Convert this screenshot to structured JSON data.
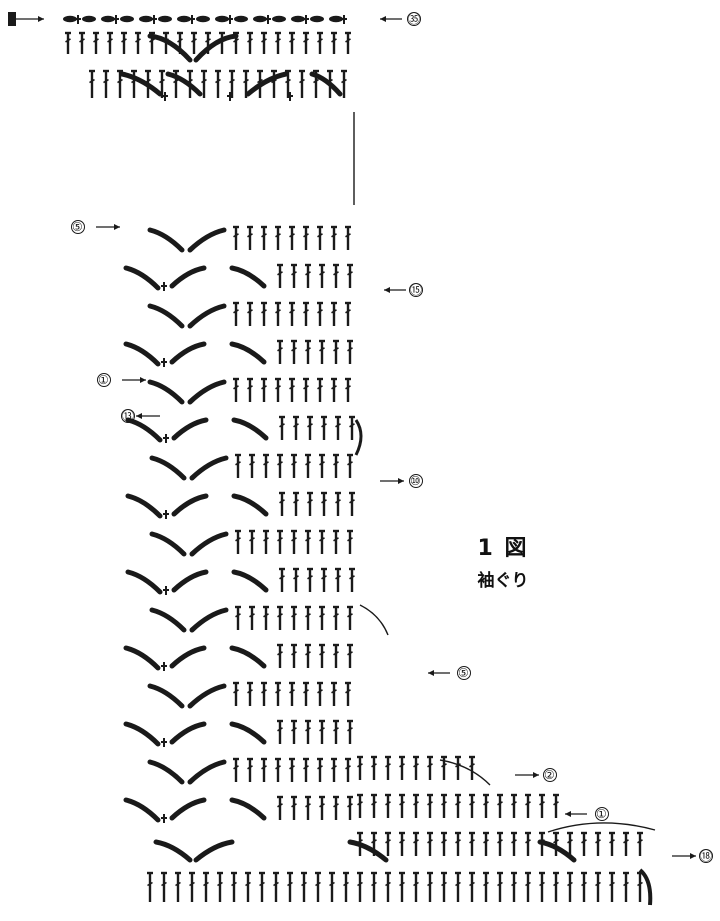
{
  "figure": {
    "number": "1 図",
    "subtitle": "袖ぐり"
  },
  "row_markers": [
    {
      "label": "㉟",
      "side": "right"
    },
    {
      "label": "⑤",
      "side": "left"
    },
    {
      "label": "⑮",
      "side": "right"
    },
    {
      "label": "①",
      "side": "left"
    },
    {
      "label": "⑬",
      "side": "left"
    },
    {
      "label": "⑩",
      "side": "right"
    },
    {
      "label": "⑤",
      "side": "right"
    },
    {
      "label": "②",
      "side": "right"
    },
    {
      "label": "①",
      "side": "right"
    },
    {
      "label": "⑱",
      "side": "right"
    }
  ],
  "colors": {
    "ink": "#1a1a1a",
    "background": "#ffffff"
  }
}
